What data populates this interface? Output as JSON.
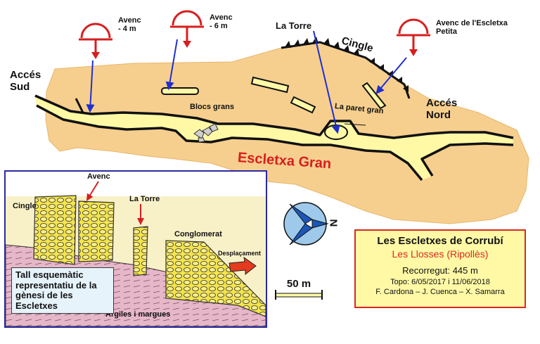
{
  "map": {
    "labels": {
      "avenc_1": "Avenc",
      "avenc_1_depth": "- 4 m",
      "avenc_2": "Avenc",
      "avenc_2_depth": "- 6 m",
      "la_torre": "La Torre",
      "cingle": "Cingle",
      "avenc_escletxa_line1": "Avenc de l'Escletxa",
      "avenc_escletxa_line2": "Petita",
      "acces_sud_line1": "Accés",
      "acces_sud_line2": "Sud",
      "acces_nord_line1": "Accés",
      "acces_nord_line2": "Nord",
      "blocs_grans": "Blocs grans",
      "la_paret_gran": "La paret gran",
      "escletxa_gran": "Escletxa Gran"
    },
    "colors": {
      "terrain": "#f6cf8e",
      "passage": "#fff9a6",
      "cave_line": "#111111",
      "arrow": "#1f2fd1",
      "symbol": "#d81e1e"
    }
  },
  "section": {
    "caption": "Tall esquemàtic representatiu de la gènesi de les Escletxes",
    "labels": {
      "cingle": "Cingle",
      "avenc": "Avenc",
      "la_torre": "La Torre",
      "conglomerat": "Conglomerat",
      "desplacament": "Desplaçament",
      "argiles": "Argiles i margues"
    },
    "colors": {
      "sky": "#f8f1c8",
      "rock": "#f4e44a",
      "clay": "#e6b7c9",
      "border": "#2a2aa0"
    }
  },
  "compass": {
    "label": "N"
  },
  "scale": {
    "label": "50 m"
  },
  "info": {
    "title": "Les Escletxes de Corrubí",
    "subtitle": "Les Llosses (Ripollès)",
    "recorregut": "Recorregut: 445 m",
    "topo": "Topo: 6/05/2017 i 11/06/2018",
    "authors": "F. Cardona – J. Cuenca – X. Samarra"
  }
}
